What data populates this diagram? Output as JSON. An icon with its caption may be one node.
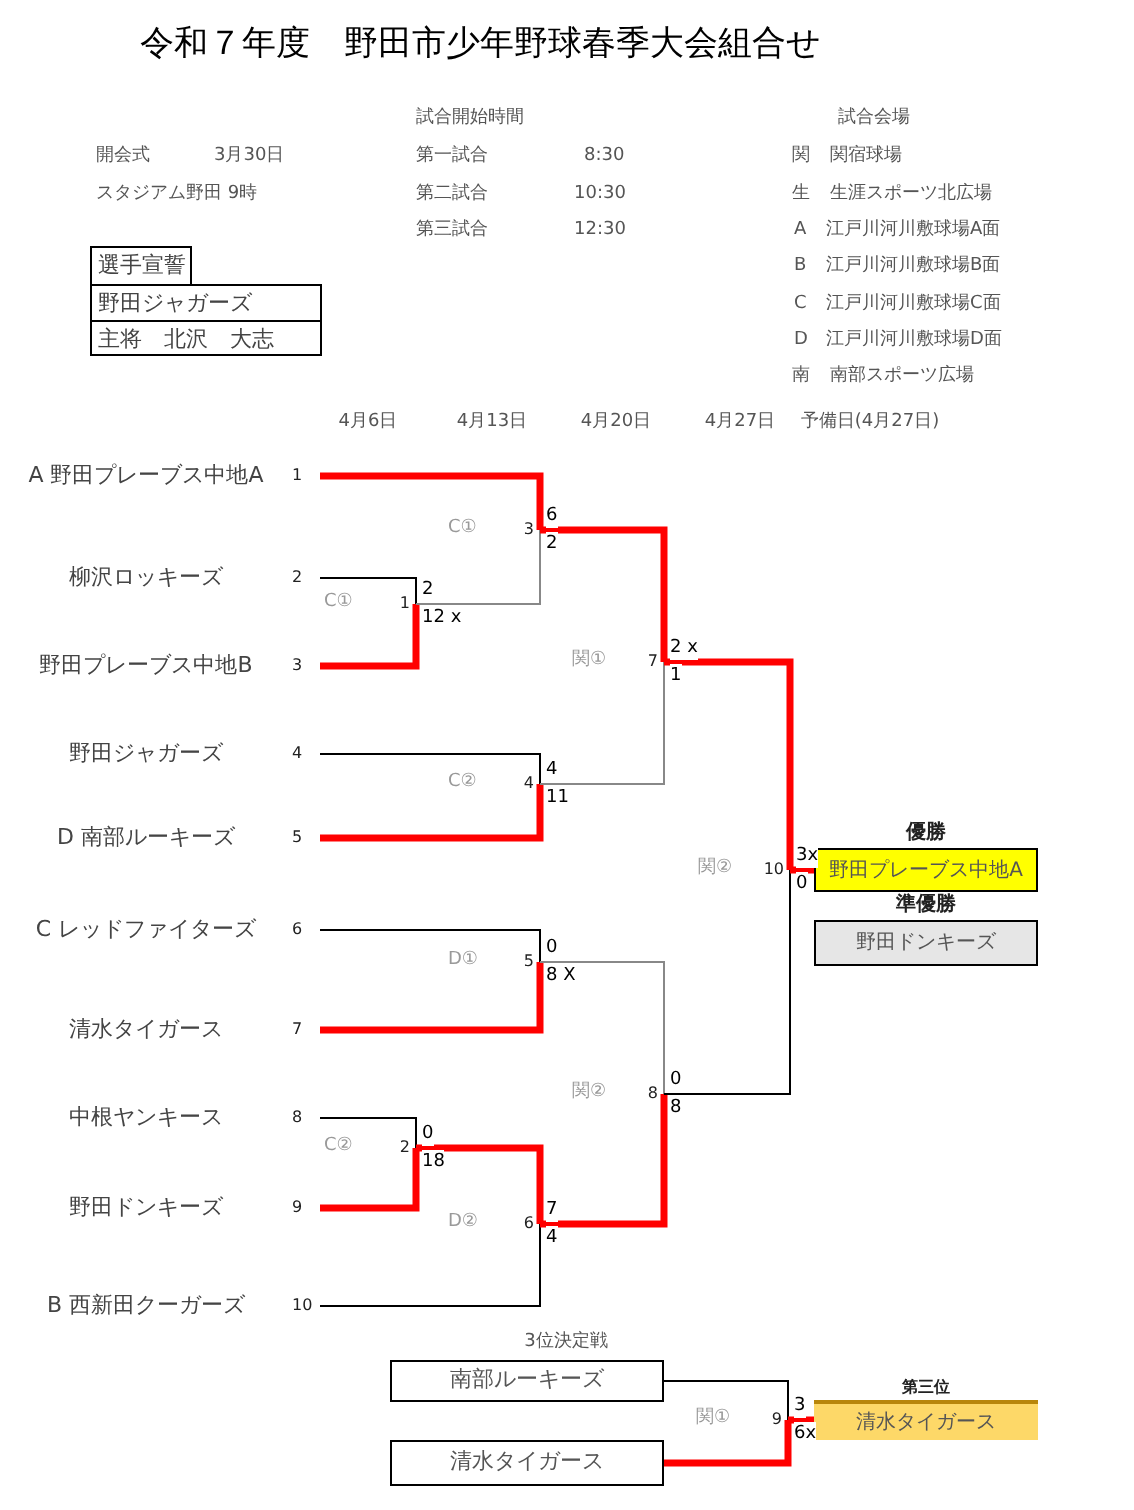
{
  "diagram": {
    "title": "令和７年度　野田市少年野球春季大会組合せ",
    "nodes": [
      {
        "text": [
          "選手宣誓"
        ]
      },
      {
        "text": [
          "野田ジャガーズ"
        ]
      },
      {
        "text": [
          "主将　北沢　大志"
        ]
      },
      {
        "text": [
          "A 野田プレーブス中地A"
        ],
        "beside": [
          "1"
        ]
      },
      {
        "text": [
          "柳沢ロッキーズ"
        ],
        "beside": [
          "2"
        ]
      },
      {
        "text": [
          "野田プレーブス中地B"
        ],
        "beside": [
          "3"
        ]
      },
      {
        "text": [
          "野田ジャガーズ"
        ],
        "beside": [
          "4"
        ]
      },
      {
        "text": [
          "D 南部ルーキーズ"
        ],
        "beside": [
          "5"
        ]
      },
      {
        "text": [
          "C レッドファイターズ"
        ],
        "beside": [
          "6"
        ]
      },
      {
        "text": [
          "清水タイガース"
        ],
        "beside": [
          "7"
        ]
      },
      {
        "text": [
          "中根ヤンキース"
        ],
        "beside": [
          "8"
        ]
      },
      {
        "text": [
          "野田ドンキーズ"
        ],
        "beside": [
          "9"
        ]
      },
      {
        "text": [
          "B 西新田クーガーズ"
        ],
        "beside": [
          "10"
        ]
      },
      {
        "text": [
          "C①",
          "1"
        ]
      },
      {
        "text": [
          "C②",
          "2"
        ]
      },
      {
        "text": [
          "C①",
          "3"
        ]
      },
      {
        "text": [
          "C②",
          "4"
        ]
      },
      {
        "text": [
          "D①",
          "5"
        ]
      },
      {
        "text": [
          "D②",
          "6"
        ]
      },
      {
        "text": [
          "関①",
          "7"
        ]
      },
      {
        "text": [
          "関②",
          "8"
        ]
      },
      {
        "text": [
          "関②",
          "10"
        ]
      },
      {
        "text": [
          "優勝",
          "野田プレーブス中地A"
        ]
      },
      {
        "text": [
          "準優勝",
          "野田ドンキーズ"
        ]
      },
      {
        "text": [
          "南部ルーキーズ"
        ]
      },
      {
        "text": [
          "清水タイガース"
        ]
      },
      {
        "text": [
          "関①",
          "9"
        ]
      },
      {
        "text": [
          "第三位",
          "清水タイガース"
        ]
      }
    ],
    "edges": [
      {
        "from": 4,
        "to": 13,
        "arrow": "none",
        "label": "2",
        "color": "#000000"
      },
      {
        "from": 5,
        "to": 13,
        "arrow": "none",
        "label": "12 x"
      },
      {
        "from": 10,
        "to": 14,
        "arrow": "none",
        "label": "0",
        "color": "#000000"
      },
      {
        "from": 11,
        "to": 14,
        "arrow": "none",
        "label": "18"
      },
      {
        "from": 3,
        "to": 15,
        "arrow": "none",
        "label": "6"
      },
      {
        "from": 13,
        "to": 15,
        "arrow": "none",
        "label": "2",
        "color": "#888888"
      },
      {
        "from": 6,
        "to": 16,
        "arrow": "none",
        "label": "4",
        "color": "#000000"
      },
      {
        "from": 7,
        "to": 16,
        "arrow": "none",
        "label": "11"
      },
      {
        "from": 8,
        "to": 17,
        "arrow": "none",
        "label": "0",
        "color": "#000000"
      },
      {
        "from": 9,
        "to": 17,
        "arrow": "none",
        "label": "8 X"
      },
      {
        "from": 14,
        "to": 18,
        "arrow": "none",
        "label": "7"
      },
      {
        "from": 12,
        "to": 18,
        "arrow": "none",
        "label": "4",
        "color": "#000000"
      },
      {
        "from": 15,
        "to": 19,
        "arrow": "none",
        "label": "2 x"
      },
      {
        "from": 16,
        "to": 19,
        "arrow": "none",
        "label": "1",
        "color": "#888888"
      },
      {
        "from": 17,
        "to": 20,
        "arrow": "none",
        "label": "0",
        "color": "#888888"
      },
      {
        "from": 18,
        "to": 20,
        "arrow": "none",
        "label": "8"
      },
      {
        "from": 19,
        "to": 21,
        "arrow": "none",
        "label": "3x"
      },
      {
        "from": 20,
        "to": 21,
        "arrow": "none",
        "label": "0",
        "color": "#000000"
      },
      {
        "from": 21,
        "to": 22,
        "arrow": "none"
      },
      {
        "from": 24,
        "to": 26,
        "arrow": "none",
        "label": "3",
        "color": "#000000"
      },
      {
        "from": 25,
        "to": 26,
        "arrow": "none",
        "label": "6x"
      },
      {
        "from": 26,
        "to": 27,
        "arrow": "none"
      }
    ],
    "labels": [
      "試合開始時間",
      "試合会場",
      "開会式",
      "3月30日",
      "第一試合",
      "8:30",
      "関",
      "関宿球場",
      "スタジアム野田 9時",
      "第二試合",
      "10:30",
      "生",
      "生涯スポーツ北広場",
      "第三試合",
      "12:30",
      "A",
      "江戸川河川敷球場A面",
      "B",
      "江戸川河川敷球場B面",
      "C",
      "江戸川河川敷球場C面",
      "D",
      "江戸川河川敷球場D面",
      "南",
      "南部スポーツ広場",
      "4月6日",
      "4月13日",
      "4月20日",
      "4月27日",
      "予備日(4月27日)",
      "3位決定戦"
    ]
  }
}
